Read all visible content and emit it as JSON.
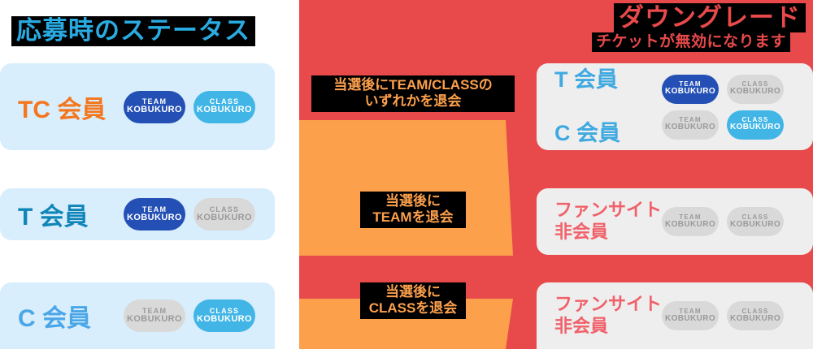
{
  "left": {
    "title": "応募時のステータス",
    "rows": [
      {
        "label": "TC 会員",
        "badges": [
          {
            "line1": "TEAM",
            "line2": "KOBUKURO",
            "state": "active-team"
          },
          {
            "line1": "CLASS",
            "line2": "KOBUKURO",
            "state": "active-class"
          }
        ]
      },
      {
        "label": "T 会員",
        "badges": [
          {
            "line1": "TEAM",
            "line2": "KOBUKURO",
            "state": "active-team"
          },
          {
            "line1": "CLASS",
            "line2": "KOBUKURO",
            "state": "inactive"
          }
        ]
      },
      {
        "label": "C 会員",
        "badges": [
          {
            "line1": "TEAM",
            "line2": "KOBUKURO",
            "state": "inactive"
          },
          {
            "line1": "CLASS",
            "line2": "KOBUKURO",
            "state": "active-class"
          }
        ]
      }
    ]
  },
  "middle": {
    "labels": [
      "当選後にTEAM/CLASSの\nいずれかを退会",
      "当選後に\nTEAMを退会",
      "当選後に\nCLASSを退会"
    ]
  },
  "right": {
    "title": "ダウングレード",
    "subtitle": "チケットが無効になります",
    "rows": [
      {
        "label_line1": "T 会員",
        "label_line2": "C 会員",
        "badge_rows": [
          [
            {
              "line1": "TEAM",
              "line2": "KOBUKURO",
              "state": "active-team"
            },
            {
              "line1": "CLASS",
              "line2": "KOBUKURO",
              "state": "inactive"
            }
          ],
          [
            {
              "line1": "TEAM",
              "line2": "KOBUKURO",
              "state": "inactive"
            },
            {
              "line1": "CLASS",
              "line2": "KOBUKURO",
              "state": "active-class"
            }
          ]
        ]
      },
      {
        "label": "ファンサイト\n非会員",
        "badges": [
          {
            "line1": "TEAM",
            "line2": "KOBUKURO",
            "state": "inactive"
          },
          {
            "line1": "CLASS",
            "line2": "KOBUKURO",
            "state": "inactive"
          }
        ]
      },
      {
        "label": "ファンサイト\n非会員",
        "badges": [
          {
            "line1": "TEAM",
            "line2": "KOBUKURO",
            "state": "inactive"
          },
          {
            "line1": "CLASS",
            "line2": "KOBUKURO",
            "state": "inactive"
          }
        ]
      }
    ]
  },
  "colors": {
    "red_panel": "#E8494A",
    "orange_arrow": "#FCA04C",
    "left_card": "#D8EEFC",
    "right_card": "#EEEEEE",
    "team_blue": "#2450B5",
    "class_blue": "#41B6E6",
    "inactive_gray": "#D9D9D9",
    "tc_orange": "#F4761E",
    "t_blue": "#1085B8",
    "c_blue": "#4BA6E8",
    "title_blue": "#29ABE2",
    "nonmember_red": "#F0616A"
  }
}
